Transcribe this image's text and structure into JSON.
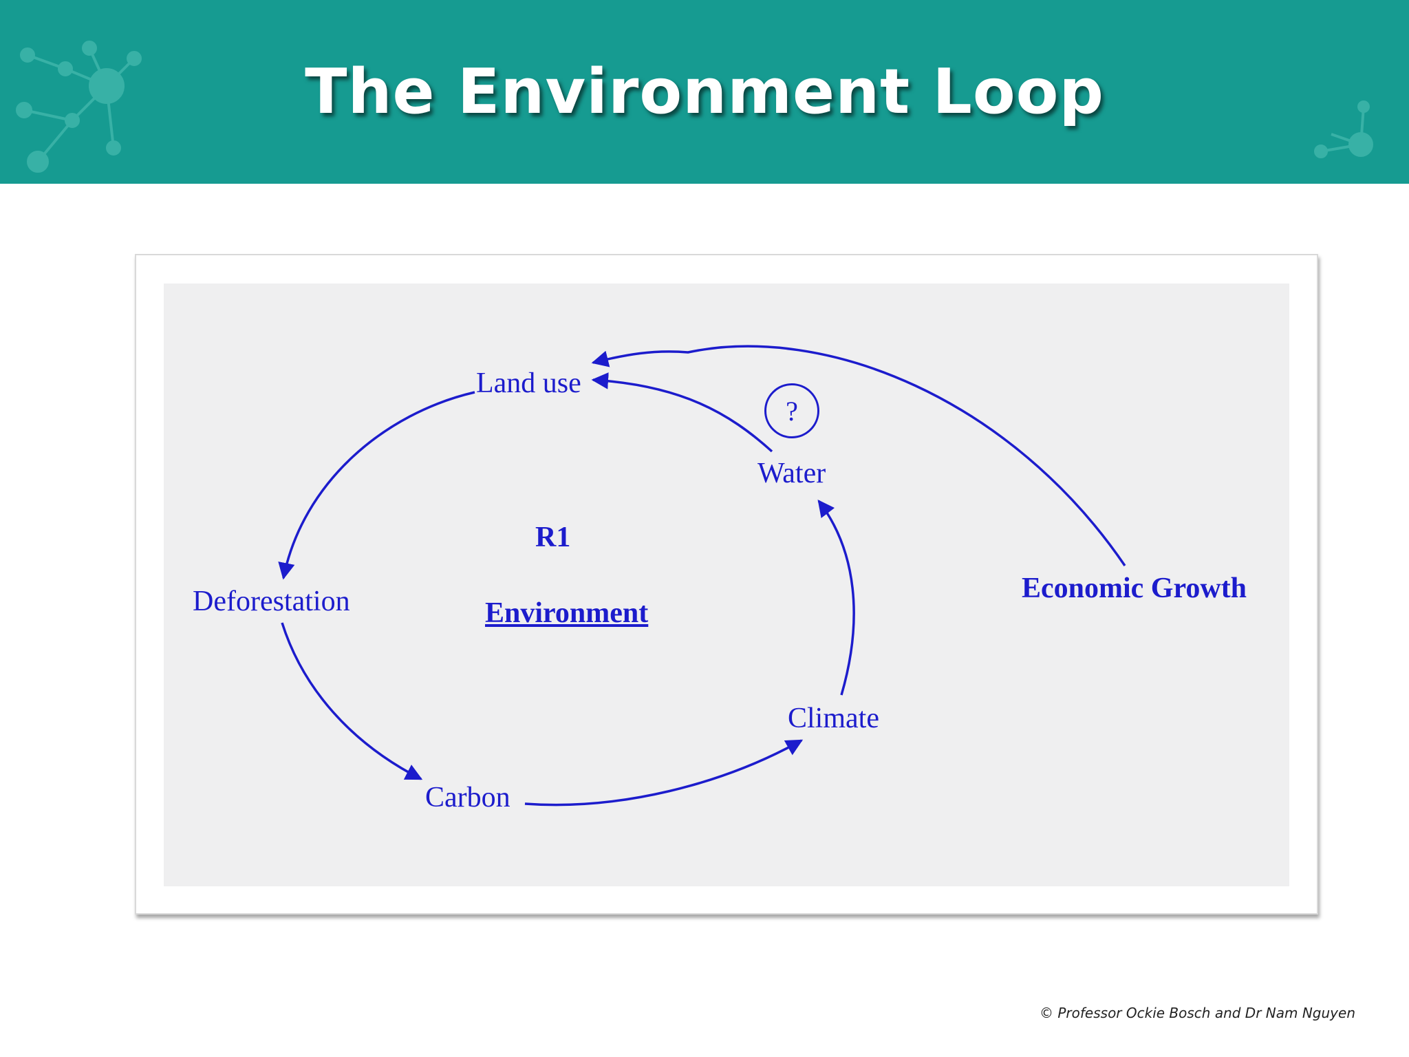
{
  "slide": {
    "title": "The Environment Loop",
    "copyright": "© Professor Ockie Bosch and Dr Nam Nguyen"
  },
  "diagram": {
    "nodes": {
      "land_use": "Land use",
      "water": "Water",
      "deforestation": "Deforestation",
      "carbon": "Carbon",
      "climate": "Climate",
      "economic_growth": "Economic Growth"
    },
    "question_mark": "?",
    "loop_id": "R1",
    "loop_name": "Environment"
  },
  "colors": {
    "header_bg": "#169b91",
    "arrow": "#1c1ccc",
    "diagram_bg": "#efeff0"
  }
}
